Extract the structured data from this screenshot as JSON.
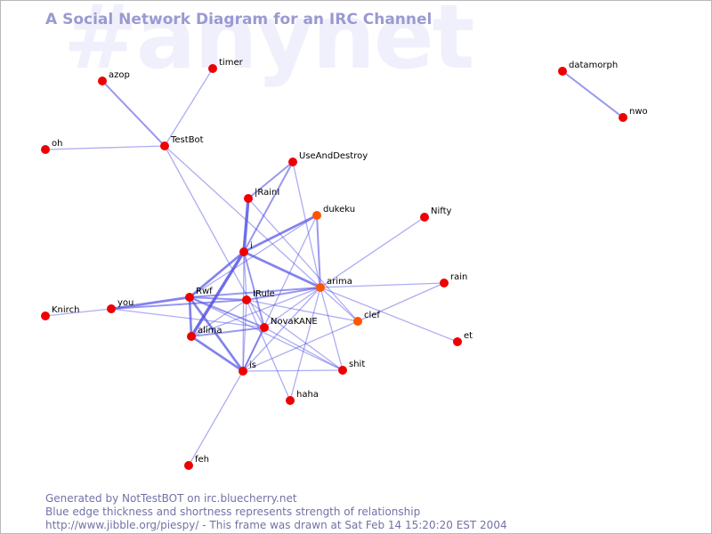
{
  "watermark": "#anynet",
  "title": "A Social Network Diagram for an IRC Channel",
  "footer": {
    "line1": "Generated by NotTestBOT on irc.bluecherry.net",
    "line2": "Blue edge thickness and shortness represents strength of relationship",
    "line3": "http://www.jibble.org/piespy/ - This frame was drawn at Sat Feb 14 15:20:20 EST 2004"
  },
  "colors": {
    "node": "#ee0000",
    "node_active": "#ff5500",
    "edge": "#5050e6",
    "title": "#9a9ad2",
    "footer": "#7272a8",
    "watermark": "#f0f0fc"
  },
  "nodes": [
    {
      "id": "azop",
      "label": "azop",
      "active": false
    },
    {
      "id": "timer",
      "label": "timer",
      "active": false
    },
    {
      "id": "TestBot",
      "label": "TestBot",
      "active": false
    },
    {
      "id": "oh",
      "label": "oh",
      "active": false
    },
    {
      "id": "UseAndDestroy",
      "label": "UseAndDestroy",
      "active": false
    },
    {
      "id": "IRainI",
      "label": "|RainI",
      "active": false
    },
    {
      "id": "dukeku",
      "label": "dukeku",
      "active": true
    },
    {
      "id": "Nifty",
      "label": "Nifty",
      "active": false
    },
    {
      "id": "i",
      "label": "i",
      "active": false
    },
    {
      "id": "arima",
      "label": "arima",
      "active": true
    },
    {
      "id": "rain",
      "label": "rain",
      "active": false
    },
    {
      "id": "Rwf",
      "label": "Rwf",
      "active": false
    },
    {
      "id": "IRule",
      "label": "IRule",
      "active": false
    },
    {
      "id": "you",
      "label": "you",
      "active": false
    },
    {
      "id": "Knirch",
      "label": "Knirch",
      "active": false
    },
    {
      "id": "clef",
      "label": "clef",
      "active": true
    },
    {
      "id": "NovaKANE",
      "label": "NovaKANE",
      "active": false
    },
    {
      "id": "et",
      "label": "et",
      "active": false
    },
    {
      "id": "alima",
      "label": "alima",
      "active": false
    },
    {
      "id": "is",
      "label": "is",
      "active": false
    },
    {
      "id": "shit",
      "label": "shit",
      "active": false
    },
    {
      "id": "haha",
      "label": "haha",
      "active": false
    },
    {
      "id": "feh",
      "label": "feh",
      "active": false
    },
    {
      "id": "datamorph",
      "label": "datamorph",
      "active": false
    },
    {
      "id": "nwo",
      "label": "nwo",
      "active": false
    }
  ],
  "edges": [
    {
      "from": "azop",
      "to": "TestBot",
      "weight": 2
    },
    {
      "from": "timer",
      "to": "TestBot",
      "weight": 1
    },
    {
      "from": "oh",
      "to": "TestBot",
      "weight": 1
    },
    {
      "from": "TestBot",
      "to": "arima",
      "weight": 1
    },
    {
      "from": "TestBot",
      "to": "NovaKANE",
      "weight": 1
    },
    {
      "from": "UseAndDestroy",
      "to": "IRainI",
      "weight": 2
    },
    {
      "from": "UseAndDestroy",
      "to": "i",
      "weight": 2
    },
    {
      "from": "UseAndDestroy",
      "to": "arima",
      "weight": 1
    },
    {
      "from": "IRainI",
      "to": "i",
      "weight": 4
    },
    {
      "from": "IRainI",
      "to": "clef",
      "weight": 1
    },
    {
      "from": "dukeku",
      "to": "i",
      "weight": 3
    },
    {
      "from": "dukeku",
      "to": "arima",
      "weight": 2
    },
    {
      "from": "dukeku",
      "to": "is",
      "weight": 1
    },
    {
      "from": "dukeku",
      "to": "Rwf",
      "weight": 1
    },
    {
      "from": "i",
      "to": "Rwf",
      "weight": 3
    },
    {
      "from": "i",
      "to": "alima",
      "weight": 4
    },
    {
      "from": "i",
      "to": "arima",
      "weight": 3
    },
    {
      "from": "i",
      "to": "NovaKANE",
      "weight": 2
    },
    {
      "from": "i",
      "to": "IRule",
      "weight": 1
    },
    {
      "from": "i",
      "to": "is",
      "weight": 1
    },
    {
      "from": "Nifty",
      "to": "arima",
      "weight": 1
    },
    {
      "from": "arima",
      "to": "rain",
      "weight": 1
    },
    {
      "from": "arima",
      "to": "Rwf",
      "weight": 2
    },
    {
      "from": "arima",
      "to": "IRule",
      "weight": 2
    },
    {
      "from": "arima",
      "to": "alima",
      "weight": 1
    },
    {
      "from": "arima",
      "to": "is",
      "weight": 1
    },
    {
      "from": "arima",
      "to": "haha",
      "weight": 1
    },
    {
      "from": "arima",
      "to": "shit",
      "weight": 1
    },
    {
      "from": "arima",
      "to": "clef",
      "weight": 1
    },
    {
      "from": "arima",
      "to": "et",
      "weight": 1
    },
    {
      "from": "arima",
      "to": "NovaKANE",
      "weight": 1
    },
    {
      "from": "clef",
      "to": "rain",
      "weight": 1
    },
    {
      "from": "clef",
      "to": "is",
      "weight": 1
    },
    {
      "from": "clef",
      "to": "IRule",
      "weight": 1
    },
    {
      "from": "Rwf",
      "to": "you",
      "weight": 3
    },
    {
      "from": "Rwf",
      "to": "IRule",
      "weight": 2
    },
    {
      "from": "Rwf",
      "to": "alima",
      "weight": 3
    },
    {
      "from": "Rwf",
      "to": "NovaKANE",
      "weight": 2
    },
    {
      "from": "Rwf",
      "to": "is",
      "weight": 3
    },
    {
      "from": "Rwf",
      "to": "shit",
      "weight": 1
    },
    {
      "from": "IRule",
      "to": "you",
      "weight": 2
    },
    {
      "from": "IRule",
      "to": "alima",
      "weight": 1
    },
    {
      "from": "IRule",
      "to": "is",
      "weight": 1
    },
    {
      "from": "IRule",
      "to": "haha",
      "weight": 1
    },
    {
      "from": "IRule",
      "to": "shit",
      "weight": 1
    },
    {
      "from": "you",
      "to": "Knirch",
      "weight": 1
    },
    {
      "from": "you",
      "to": "NovaKANE",
      "weight": 1
    },
    {
      "from": "NovaKANE",
      "to": "alima",
      "weight": 2
    },
    {
      "from": "NovaKANE",
      "to": "is",
      "weight": 2
    },
    {
      "from": "NovaKANE",
      "to": "shit",
      "weight": 1
    },
    {
      "from": "alima",
      "to": "is",
      "weight": 3
    },
    {
      "from": "is",
      "to": "shit",
      "weight": 1
    },
    {
      "from": "is",
      "to": "feh",
      "weight": 1
    },
    {
      "from": "datamorph",
      "to": "nwo",
      "weight": 2
    }
  ]
}
